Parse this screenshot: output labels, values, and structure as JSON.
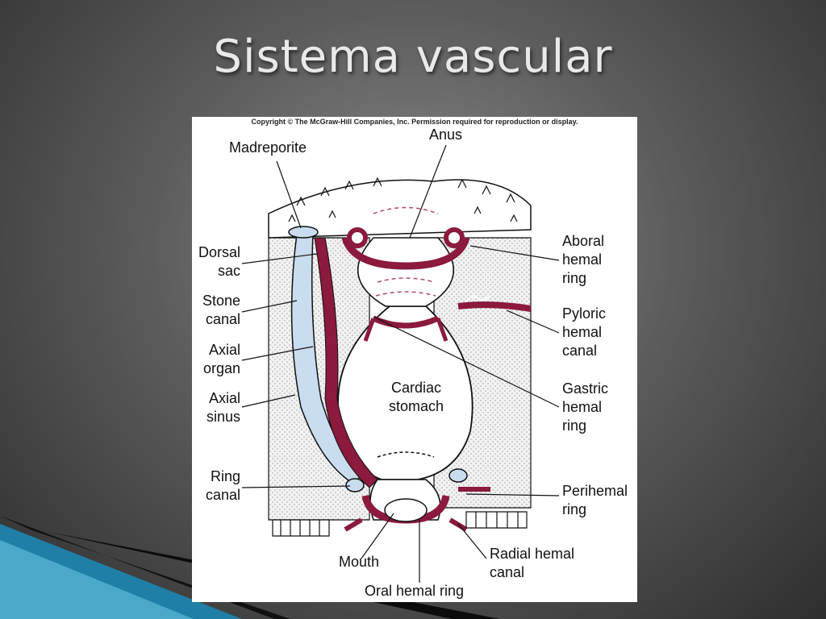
{
  "slide": {
    "title": "Sistema vascular"
  },
  "figure": {
    "copyright": "Copyright © The McGraw-Hill Companies, Inc. Permission required for reproduction or display.",
    "labels": {
      "madreporite": "Madreporite",
      "anus": "Anus",
      "dorsal_sac": "Dorsal\nsac",
      "stone_canal": "Stone\ncanal",
      "axial_organ": "Axial\norgan",
      "axial_sinus": "Axial\nsinus",
      "ring_canal": "Ring\ncanal",
      "aboral_hemal_ring": "Aboral\nhemal\nring",
      "pyloric_hemal_canal": "Pyloric\nhemal\ncanal",
      "gastric_hemal_ring": "Gastric\nhemal\nring",
      "perihemal_ring": "Perihemal\nring",
      "cardiac_stomach": "Cardiac\nstomach",
      "mouth": "Mouth",
      "radial_hemal_canal": "Radial hemal\ncanal",
      "oral_hemal_ring": "Oral hemal ring"
    },
    "colors": {
      "hemal": "#8b1a3c",
      "water_vascular": "#c9dcf0",
      "tissue": "#e8e8e8",
      "outline": "#111111"
    }
  }
}
